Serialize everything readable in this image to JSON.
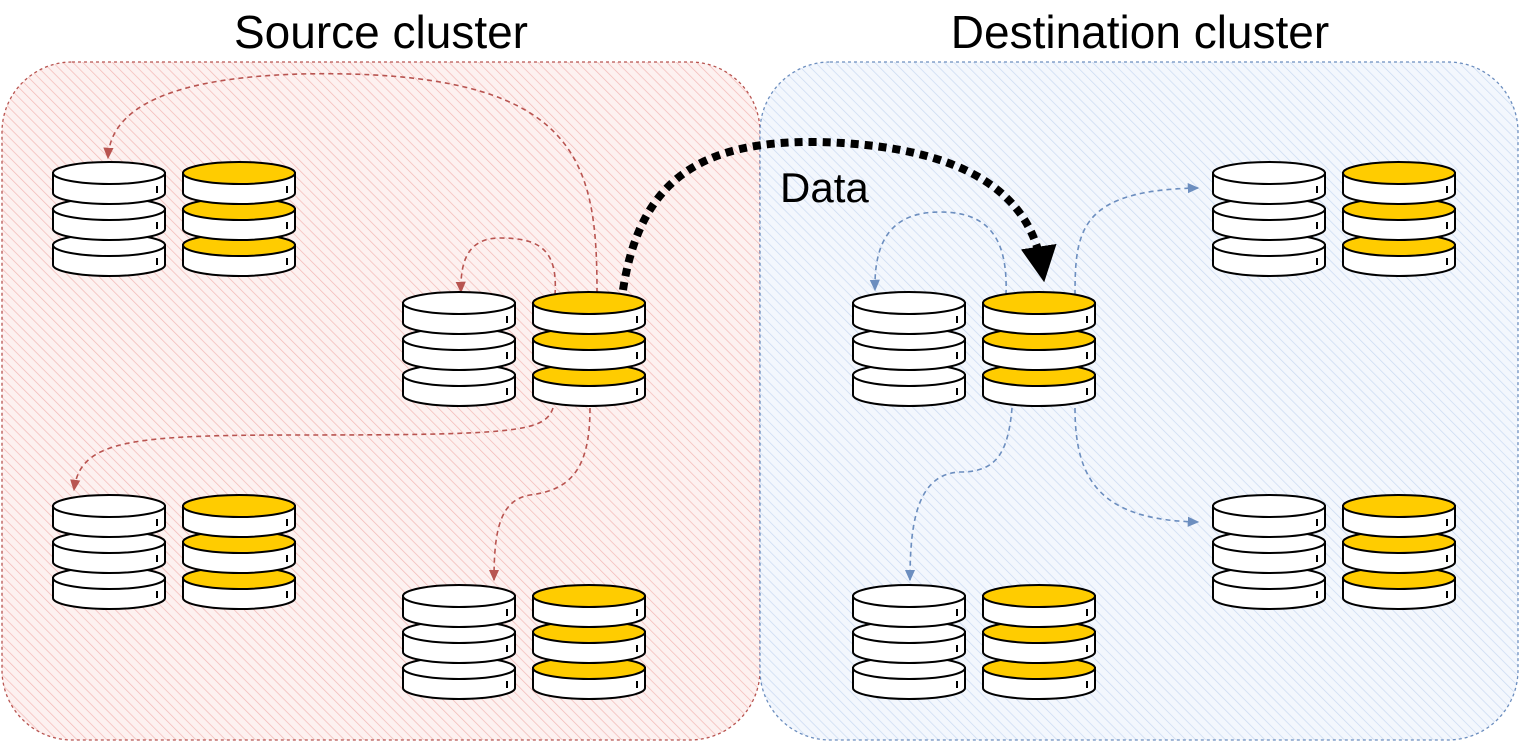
{
  "diagram": {
    "source": {
      "title": "Source cluster",
      "fill": "#f8cecc",
      "stroke": "#b85450",
      "arrow_color": "#b85450"
    },
    "destination": {
      "title": "Destination cluster",
      "fill": "#dae8fc",
      "stroke": "#6c8ebf",
      "arrow_color": "#6c8ebf"
    },
    "transfer": {
      "label": "Data",
      "color": "#000000"
    },
    "disk_colors": {
      "filled": "#ffcc00",
      "empty": "#ffffff",
      "outline": "#000000"
    }
  }
}
